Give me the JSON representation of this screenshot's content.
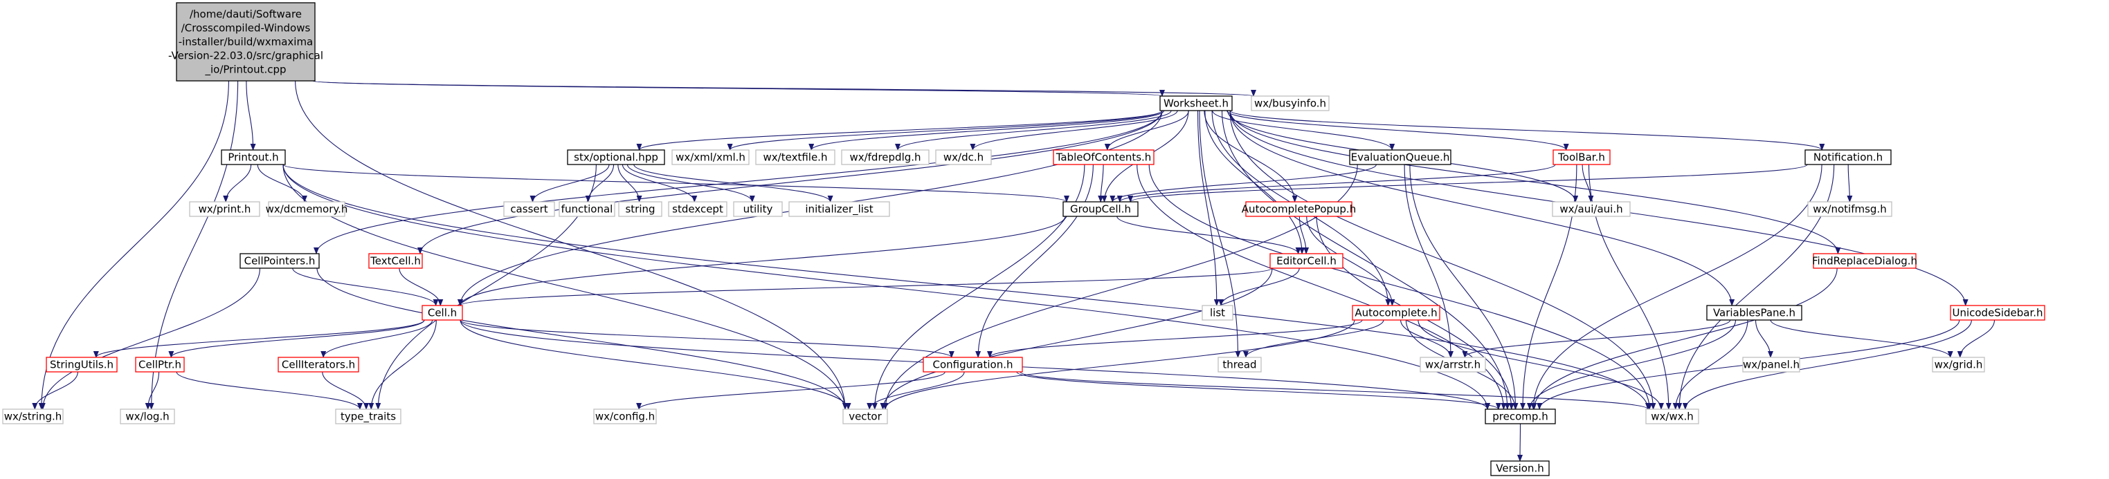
{
  "graph": {
    "colors": {
      "edge": "#191970",
      "text": "#000000",
      "border_black": "#000000",
      "border_red": "#ff0000",
      "border_gray": "#bfbfbf",
      "root_fill": "#bfbfbf",
      "fill": "#ffffff"
    },
    "nodes": {
      "root": {
        "label": "/home/dauti/Software\n/Crosscompiled-Windows\n-installer/build/wxmaxima\n-Version-22.03.0/src/graphical\n_io/Printout.cpp",
        "style": "root"
      },
      "worksheet": {
        "label": "Worksheet.h",
        "style": "black"
      },
      "busyinfo": {
        "label": "wx/busyinfo.h",
        "style": "gray"
      },
      "printout": {
        "label": "Printout.h",
        "style": "black"
      },
      "stx": {
        "label": "stx/optional.hpp",
        "style": "black"
      },
      "xmlxml": {
        "label": "wx/xml/xml.h",
        "style": "gray"
      },
      "textfile": {
        "label": "wx/textfile.h",
        "style": "gray"
      },
      "fdrepdlg": {
        "label": "wx/fdrepdlg.h",
        "style": "gray"
      },
      "dc": {
        "label": "wx/dc.h",
        "style": "gray"
      },
      "toc": {
        "label": "TableOfContents.h",
        "style": "red"
      },
      "evalq": {
        "label": "EvaluationQueue.h",
        "style": "black"
      },
      "toolbar": {
        "label": "ToolBar.h",
        "style": "red"
      },
      "notification": {
        "label": "Notification.h",
        "style": "black"
      },
      "wxprint": {
        "label": "wx/print.h",
        "style": "gray"
      },
      "dcmemory": {
        "label": "wx/dcmemory.h",
        "style": "gray"
      },
      "cassert": {
        "label": "cassert",
        "style": "gray"
      },
      "functional": {
        "label": "functional",
        "style": "gray"
      },
      "string": {
        "label": "string",
        "style": "gray"
      },
      "stdexcept": {
        "label": "stdexcept",
        "style": "gray"
      },
      "utility": {
        "label": "utility",
        "style": "gray"
      },
      "initlist": {
        "label": "initializer_list",
        "style": "gray"
      },
      "groupcell": {
        "label": "GroupCell.h",
        "style": "black"
      },
      "auiaui": {
        "label": "wx/aui/aui.h",
        "style": "gray"
      },
      "notifmsg": {
        "label": "wx/notifmsg.h",
        "style": "gray"
      },
      "cellpointers": {
        "label": "CellPointers.h",
        "style": "black"
      },
      "textcell": {
        "label": "TextCell.h",
        "style": "red"
      },
      "acpopup": {
        "label": "AutocompletePopup.h",
        "style": "red"
      },
      "editorcell": {
        "label": "EditorCell.h",
        "style": "red"
      },
      "findreplace": {
        "label": "FindReplaceDialog.h",
        "style": "red"
      },
      "list": {
        "label": "list",
        "style": "gray"
      },
      "cell": {
        "label": "Cell.h",
        "style": "red"
      },
      "autocomplete": {
        "label": "Autocomplete.h",
        "style": "red"
      },
      "varpane": {
        "label": "VariablesPane.h",
        "style": "black"
      },
      "unicodesidebar": {
        "label": "UnicodeSidebar.h",
        "style": "red"
      },
      "stringutils": {
        "label": "StringUtils.h",
        "style": "red"
      },
      "cellptr": {
        "label": "CellPtr.h",
        "style": "red"
      },
      "celliter": {
        "label": "CellIterators.h",
        "style": "red"
      },
      "configuration": {
        "label": "Configuration.h",
        "style": "red"
      },
      "thread": {
        "label": "thread",
        "style": "gray"
      },
      "arrstr": {
        "label": "wx/arrstr.h",
        "style": "gray"
      },
      "panel": {
        "label": "wx/panel.h",
        "style": "gray"
      },
      "grid": {
        "label": "wx/grid.h",
        "style": "gray"
      },
      "wxstring": {
        "label": "wx/string.h",
        "style": "gray"
      },
      "wxlog": {
        "label": "wx/log.h",
        "style": "gray"
      },
      "typetraits": {
        "label": "type_traits",
        "style": "gray"
      },
      "wxconfig": {
        "label": "wx/config.h",
        "style": "gray"
      },
      "vector": {
        "label": "vector",
        "style": "gray"
      },
      "precomp": {
        "label": "precomp.h",
        "style": "black"
      },
      "wxwx": {
        "label": "wx/wx.h",
        "style": "gray"
      },
      "version": {
        "label": "Version.h",
        "style": "black"
      }
    },
    "edges": [
      [
        "root",
        "worksheet"
      ],
      [
        "root",
        "busyinfo"
      ],
      [
        "root",
        "printout"
      ],
      [
        "root",
        "wxlog"
      ],
      [
        "root",
        "wxstring"
      ],
      [
        "root",
        "vector"
      ],
      [
        "worksheet",
        "stx"
      ],
      [
        "worksheet",
        "xmlxml"
      ],
      [
        "worksheet",
        "textfile"
      ],
      [
        "worksheet",
        "fdrepdlg"
      ],
      [
        "worksheet",
        "dc"
      ],
      [
        "worksheet",
        "toc"
      ],
      [
        "worksheet",
        "evalq"
      ],
      [
        "worksheet",
        "toolbar"
      ],
      [
        "worksheet",
        "notification"
      ],
      [
        "worksheet",
        "groupcell"
      ],
      [
        "worksheet",
        "auiaui"
      ],
      [
        "worksheet",
        "cellpointers"
      ],
      [
        "worksheet",
        "textcell"
      ],
      [
        "worksheet",
        "cell"
      ],
      [
        "worksheet",
        "acpopup"
      ],
      [
        "worksheet",
        "editorcell"
      ],
      [
        "worksheet",
        "findreplace"
      ],
      [
        "worksheet",
        "list"
      ],
      [
        "worksheet",
        "thread"
      ],
      [
        "worksheet",
        "autocomplete"
      ],
      [
        "worksheet",
        "varpane"
      ],
      [
        "worksheet",
        "unicodesidebar"
      ],
      [
        "worksheet",
        "precomp"
      ],
      [
        "worksheet",
        "wxwx"
      ],
      [
        "printout",
        "wxprint"
      ],
      [
        "printout",
        "dcmemory"
      ],
      [
        "printout",
        "groupcell"
      ],
      [
        "printout",
        "vector"
      ],
      [
        "printout",
        "precomp"
      ],
      [
        "printout",
        "wxwx"
      ],
      [
        "stx",
        "cassert"
      ],
      [
        "stx",
        "functional"
      ],
      [
        "stx",
        "string"
      ],
      [
        "stx",
        "stdexcept"
      ],
      [
        "stx",
        "utility"
      ],
      [
        "stx",
        "initlist"
      ],
      [
        "stx",
        "typetraits"
      ],
      [
        "toc",
        "groupcell"
      ],
      [
        "toc",
        "configuration"
      ],
      [
        "toc",
        "vector"
      ],
      [
        "toc",
        "precomp"
      ],
      [
        "toc",
        "wxwx"
      ],
      [
        "evalq",
        "groupcell"
      ],
      [
        "evalq",
        "arrstr"
      ],
      [
        "evalq",
        "vector"
      ],
      [
        "evalq",
        "precomp"
      ],
      [
        "toolbar",
        "groupcell"
      ],
      [
        "toolbar",
        "auiaui"
      ],
      [
        "toolbar",
        "precomp"
      ],
      [
        "toolbar",
        "wxwx"
      ],
      [
        "notification",
        "groupcell"
      ],
      [
        "notification",
        "notifmsg"
      ],
      [
        "notification",
        "precomp"
      ],
      [
        "notification",
        "wxwx"
      ],
      [
        "groupcell",
        "editorcell"
      ],
      [
        "groupcell",
        "cell"
      ],
      [
        "acpopup",
        "editorcell"
      ],
      [
        "acpopup",
        "autocomplete"
      ],
      [
        "acpopup",
        "precomp"
      ],
      [
        "editorcell",
        "cell"
      ],
      [
        "editorcell",
        "list"
      ],
      [
        "editorcell",
        "vector"
      ],
      [
        "cellpointers",
        "cell"
      ],
      [
        "cellpointers",
        "wxstring"
      ],
      [
        "cellpointers",
        "vector"
      ],
      [
        "textcell",
        "cell"
      ],
      [
        "cell",
        "stringutils"
      ],
      [
        "cell",
        "cellptr"
      ],
      [
        "cell",
        "celliter"
      ],
      [
        "cell",
        "configuration"
      ],
      [
        "cell",
        "typetraits"
      ],
      [
        "cell",
        "vector"
      ],
      [
        "cell",
        "precomp"
      ],
      [
        "autocomplete",
        "configuration"
      ],
      [
        "autocomplete",
        "thread"
      ],
      [
        "autocomplete",
        "arrstr"
      ],
      [
        "autocomplete",
        "vector"
      ],
      [
        "autocomplete",
        "precomp"
      ],
      [
        "autocomplete",
        "wxwx"
      ],
      [
        "findreplace",
        "precomp"
      ],
      [
        "varpane",
        "arrstr"
      ],
      [
        "varpane",
        "panel"
      ],
      [
        "varpane",
        "grid"
      ],
      [
        "varpane",
        "precomp"
      ],
      [
        "varpane",
        "wxwx"
      ],
      [
        "unicodesidebar",
        "grid"
      ],
      [
        "unicodesidebar",
        "precomp"
      ],
      [
        "unicodesidebar",
        "wxwx"
      ],
      [
        "stringutils",
        "wxstring"
      ],
      [
        "cellptr",
        "wxlog"
      ],
      [
        "cellptr",
        "typetraits"
      ],
      [
        "celliter",
        "typetraits"
      ],
      [
        "configuration",
        "wxconfig"
      ],
      [
        "configuration",
        "vector"
      ],
      [
        "configuration",
        "precomp"
      ],
      [
        "configuration",
        "wxwx"
      ],
      [
        "precomp",
        "version"
      ]
    ]
  }
}
